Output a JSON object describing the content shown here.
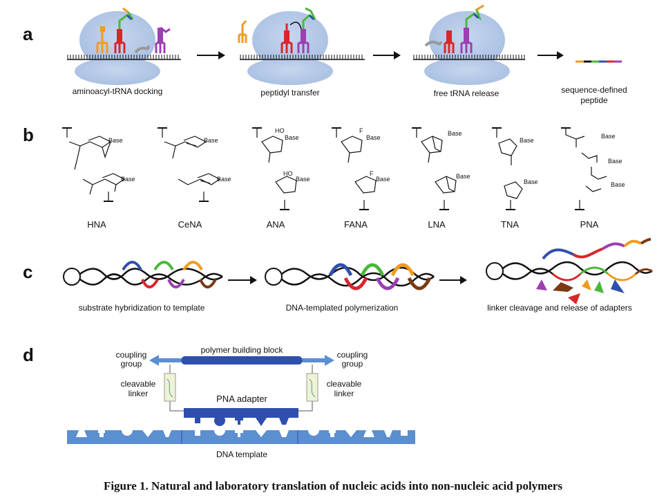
{
  "panels": {
    "a": {
      "letter": "a",
      "steps": [
        "aminoacyl-tRNA docking",
        "peptidyl transfer",
        "free tRNA release"
      ],
      "result": [
        "sequence-defined",
        "peptide"
      ]
    },
    "b": {
      "letter": "b",
      "base_label": "Base",
      "ho_label": "HO",
      "f_label": "F",
      "names": [
        "HNA",
        "CeNA",
        "ANA",
        "FANA",
        "LNA",
        "TNA",
        "PNA"
      ]
    },
    "c": {
      "letter": "c",
      "steps": [
        "substrate hybridization to template",
        "DNA-templated polymerization",
        "linker cleavage and release of adapters"
      ]
    },
    "d": {
      "letter": "d",
      "polymer_building_block": "polymer building block",
      "coupling_group": [
        "coupling",
        "group"
      ],
      "cleavable_linker": [
        "cleavable",
        "linker"
      ],
      "pna_adapter": "PNA adapter",
      "dna_template": "DNA template"
    }
  },
  "caption": "Figure 1. Natural and laboratory translation of nucleic acids into non-nucleic acid polymers",
  "colors": {
    "ribosome": "#b9cbe6",
    "blue_dark": "#2f4fae",
    "template_blue": "#5b8fd0",
    "red": "#d8262b",
    "green": "#49b83a",
    "purple": "#9b3fb2",
    "orange": "#f19b1e",
    "brown": "#7a3b12",
    "linker_fill": "#eef3d2"
  }
}
